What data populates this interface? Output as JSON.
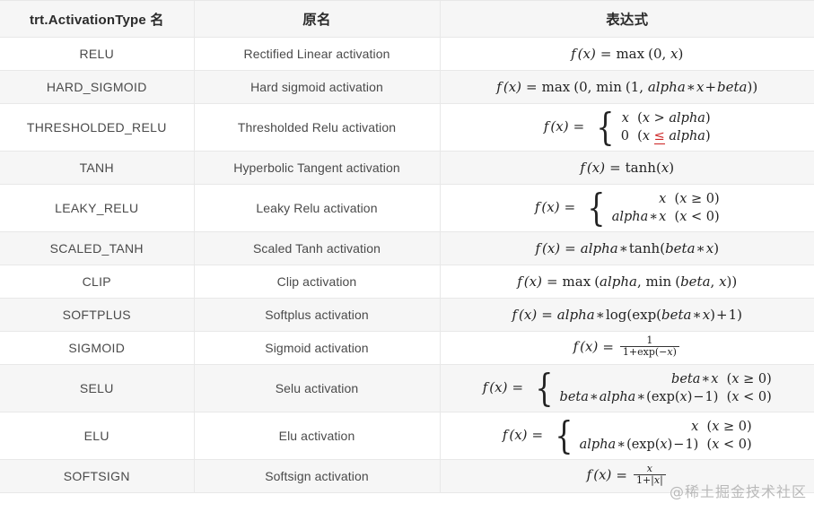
{
  "table": {
    "headers": [
      "trt.ActivationType 名",
      "原名",
      "表达式"
    ],
    "rows": [
      {
        "type": "RELU",
        "original": "Rectified Linear activation",
        "expression_text": "f(x) = max (0, x)"
      },
      {
        "type": "HARD_SIGMOID",
        "original": "Hard sigmoid activation",
        "expression_text": "f(x) = max (0, min (1, alpha * x + beta))"
      },
      {
        "type": "THRESHOLDED_RELU",
        "original": "Thresholded Relu activation",
        "expression_text": "f(x) = { x (x > alpha); 0 (x ≤ alpha) }"
      },
      {
        "type": "TANH",
        "original": "Hyperbolic Tangent activation",
        "expression_text": "f(x) = tanh(x)"
      },
      {
        "type": "LEAKY_RELU",
        "original": "Leaky Relu activation",
        "expression_text": "f(x) = { x (x ≥ 0); alpha * x (x < 0) }"
      },
      {
        "type": "SCALED_TANH",
        "original": "Scaled Tanh activation",
        "expression_text": "f(x) = alpha * tanh(beta * x)"
      },
      {
        "type": "CLIP",
        "original": "Clip activation",
        "expression_text": "f(x) = max (alpha, min (beta, x))"
      },
      {
        "type": "SOFTPLUS",
        "original": "Softplus activation",
        "expression_text": "f(x) = alpha * log(exp(beta * x) + 1)"
      },
      {
        "type": "SIGMOID",
        "original": "Sigmoid activation",
        "expression_text": "f(x) = 1 / (1 + exp(-x))"
      },
      {
        "type": "SELU",
        "original": "Selu activation",
        "expression_text": "f(x) = { beta * x (x ≥ 0); beta * alpha * (exp(x) - 1) (x < 0) }"
      },
      {
        "type": "ELU",
        "original": "Elu activation",
        "expression_text": "f(x) = { x (x ≥ 0); alpha * (exp(x) - 1) (x < 0) }"
      },
      {
        "type": "SOFTSIGN",
        "original": "Softsign activation",
        "expression_text": "f(x) = x / (1 + |x|)"
      }
    ]
  },
  "math": {
    "f_of_x": "f",
    "paren_x": "(x)",
    "equals": "=",
    "max": "max",
    "min": "min",
    "log": "log",
    "exp": "exp",
    "tanh": "tanh",
    "alpha": "alpha",
    "beta": "beta",
    "x": "x",
    "zero": "0",
    "one": "1",
    "brace": "{"
  },
  "watermark": {
    "text": "@稀土掘金技术社区"
  },
  "colors": {
    "header_bg": "#f6f6f6",
    "row_alt_bg": "#f6f6f6",
    "row_bg": "#ffffff",
    "border": "#e8e8e8",
    "text": "#4a4a4a",
    "header_text": "#2b2b2b",
    "error_mark": "#cc2222",
    "watermark": "#b9b9b9"
  }
}
